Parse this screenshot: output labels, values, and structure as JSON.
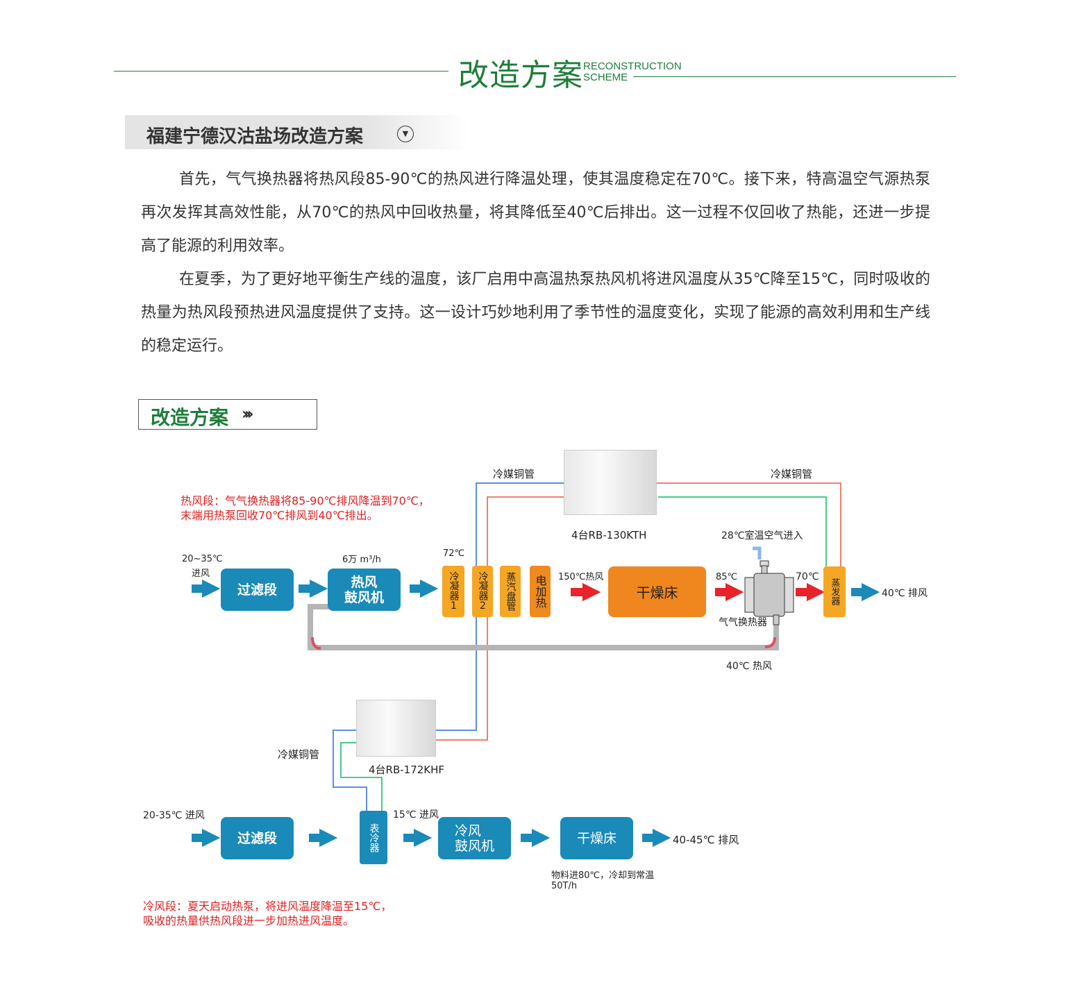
{
  "header": {
    "title_cn": "改造方案",
    "title_en_1": "RECONSTRUCTION",
    "title_en_2": "SCHEME"
  },
  "section": {
    "heading": "福建宁德汉沽盐场改造方案",
    "toggle_icon": "▼"
  },
  "paragraphs": [
    "首先，气气换热器将热风段85-90℃的热风进行降温处理，使其温度稳定在70℃。接下来，特高温空气源热泵再次发挥其高效性能，从70℃的热风中回收热量，将其降低至40℃后排出。这一过程不仅回收了热能，还进一步提高了能源的利用效率。",
    "在夏季，为了更好地平衡生产线的温度，该厂启用中高温热泵热风机将进风温度从35℃降至15℃，同时吸收的热量为热风段预热进风温度提供了支持。这一设计巧妙地利用了季节性的温度变化，实现了能源的高效利用和生产线的稳定运行。"
  ],
  "scheme_button": {
    "label": "改造方案",
    "chevrons": "›››"
  },
  "diagram": {
    "hot_note_1": "热风段：气气换热器将85-90℃排风降温到70℃，",
    "hot_note_2": "末端用热泵回收70℃排风到40℃排出。",
    "pipe_label_1": "冷媒铜管",
    "pipe_label_2": "冷媒铜管",
    "pipe_label_3": "冷媒铜管",
    "unit_top": "4台RB-130KTH",
    "unit_bottom": "4台RB-172KHF",
    "hot_inlet_temp": "20~35℃",
    "hot_inlet": "进风",
    "hot_filter": "过滤段",
    "hot_fan": "热风\n鼓风机",
    "airflow": "6万 m³/h",
    "temp_72": "72℃",
    "condenser1": "冷凝器1",
    "condenser2": "冷凝器2",
    "steam_coil": "蒸汽盘管",
    "electric_heat": "电加热",
    "hot_air_150": "150℃热风",
    "dryer": "干燥床",
    "temp_85": "85℃",
    "temp_70": "70℃",
    "room_air": "28℃室温空气进入",
    "exchanger": "气气换热器",
    "evaporator": "蒸发器",
    "exhaust_40": "40℃ 排风",
    "return_40": "40℃ 热风",
    "cold_inlet": "20-35℃ 进风",
    "cold_filter": "过滤段",
    "surface_cooler": "表冷器",
    "inlet_15": "15℃ 进风",
    "cold_fan": "冷风\n鼓风机",
    "cold_dryer": "干燥床",
    "exhaust_4045": "40-45℃  排风",
    "material_1": "物料进80℃，冷却到常温",
    "material_2": "50T/h",
    "cold_note_1": "冷风段：夏天启动热泵，将进风温度降温至15℃，",
    "cold_note_2": "吸收的热量供热风段进一步加热进风温度。",
    "colors": {
      "blue_box": "#1a8ab8",
      "orange": "#f0861e",
      "yellow": "#f5a623",
      "red_text": "#e02020",
      "green": "#1e7d3a"
    }
  }
}
